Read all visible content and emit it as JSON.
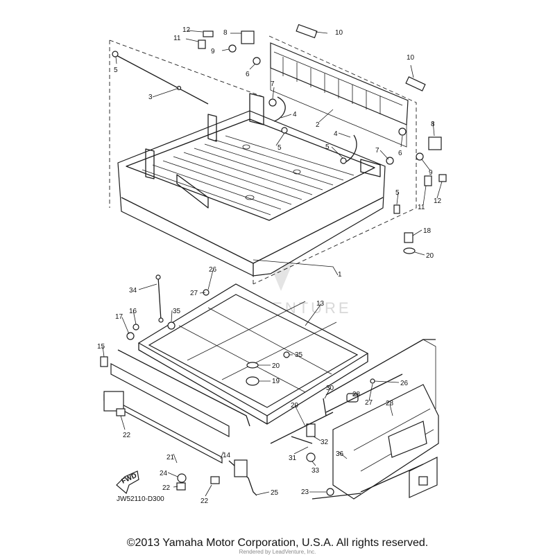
{
  "drawing_code": "JW52110-D300",
  "fwd_label": "FWD",
  "copyright": "©2013 Yamaha Motor Corporation, U.S.A. All rights reserved.",
  "rendered_by": "Rendered by LeadVenture, Inc.",
  "watermark": "LEADVENTURE",
  "callouts": [
    {
      "id": "c12a",
      "label": "12"
    },
    {
      "id": "c11a",
      "label": "11"
    },
    {
      "id": "c8a",
      "label": "8"
    },
    {
      "id": "c10a",
      "label": "10"
    },
    {
      "id": "c9a",
      "label": "9"
    },
    {
      "id": "c5a",
      "label": "5"
    },
    {
      "id": "c6a",
      "label": "6"
    },
    {
      "id": "c3",
      "label": "3"
    },
    {
      "id": "c7a",
      "label": "7"
    },
    {
      "id": "c4a",
      "label": "4"
    },
    {
      "id": "c10b",
      "label": "10"
    },
    {
      "id": "c2",
      "label": "2"
    },
    {
      "id": "c5b",
      "label": "5"
    },
    {
      "id": "c4b",
      "label": "4"
    },
    {
      "id": "c5c",
      "label": "5"
    },
    {
      "id": "c7b",
      "label": "7"
    },
    {
      "id": "c6b",
      "label": "6"
    },
    {
      "id": "c8b",
      "label": "8"
    },
    {
      "id": "c9b",
      "label": "9"
    },
    {
      "id": "c5d",
      "label": "5"
    },
    {
      "id": "c11b",
      "label": "11"
    },
    {
      "id": "c12b",
      "label": "12"
    },
    {
      "id": "c18",
      "label": "18"
    },
    {
      "id": "c20a",
      "label": "20"
    },
    {
      "id": "c1",
      "label": "1"
    },
    {
      "id": "c26a",
      "label": "26"
    },
    {
      "id": "c34",
      "label": "34"
    },
    {
      "id": "c27a",
      "label": "27"
    },
    {
      "id": "c13",
      "label": "13"
    },
    {
      "id": "c16",
      "label": "16"
    },
    {
      "id": "c35a",
      "label": "35"
    },
    {
      "id": "c17",
      "label": "17"
    },
    {
      "id": "c15",
      "label": "15"
    },
    {
      "id": "c35b",
      "label": "35"
    },
    {
      "id": "c20b",
      "label": "20"
    },
    {
      "id": "c19",
      "label": "19"
    },
    {
      "id": "c30",
      "label": "30"
    },
    {
      "id": "c26b",
      "label": "26"
    },
    {
      "id": "c28a",
      "label": "28"
    },
    {
      "id": "c27b",
      "label": "27"
    },
    {
      "id": "c28b",
      "label": "28"
    },
    {
      "id": "c29",
      "label": "29"
    },
    {
      "id": "c22a",
      "label": "22"
    },
    {
      "id": "c32",
      "label": "32"
    },
    {
      "id": "c21",
      "label": "21"
    },
    {
      "id": "c14",
      "label": "14"
    },
    {
      "id": "c31",
      "label": "31"
    },
    {
      "id": "c36",
      "label": "36"
    },
    {
      "id": "c33",
      "label": "33"
    },
    {
      "id": "c24",
      "label": "24"
    },
    {
      "id": "c22b",
      "label": "22"
    },
    {
      "id": "c22c",
      "label": "22"
    },
    {
      "id": "c25",
      "label": "25"
    },
    {
      "id": "c23",
      "label": "23"
    }
  ]
}
